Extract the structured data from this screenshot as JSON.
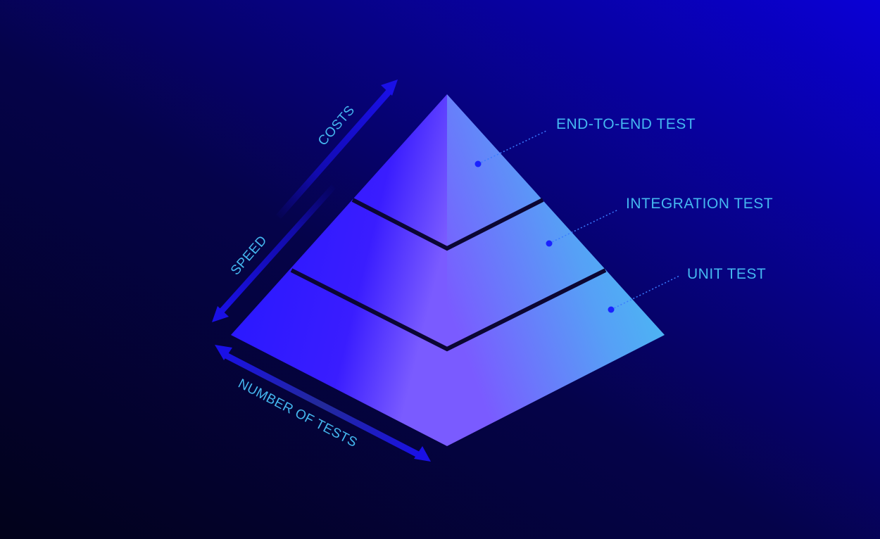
{
  "axes": {
    "costs_label": "COSTS",
    "speed_label": "SPEED",
    "number_label": "NUMBER OF TESTS"
  },
  "layers": [
    {
      "label": "END-TO-END TEST"
    },
    {
      "label": "INTEGRATION TEST"
    },
    {
      "label": "UNIT TEST"
    }
  ],
  "colors": {
    "background_dark": "#02021a",
    "background_accent": "#0a00d6",
    "pyramid_left": "#2a1cff",
    "pyramid_right": "#3fc6f2",
    "pyramid_mid": "#7a5bff",
    "separator": "#0b0633",
    "label_text": "#45b8f0",
    "arrow": "#1a10e6",
    "leader_dot": "#1a22ff"
  },
  "icons": {
    "costs_arrow": "arrow-up-right",
    "speed_arrow": "arrow-down-left",
    "number_arrow": "double-arrow-diagonal"
  }
}
